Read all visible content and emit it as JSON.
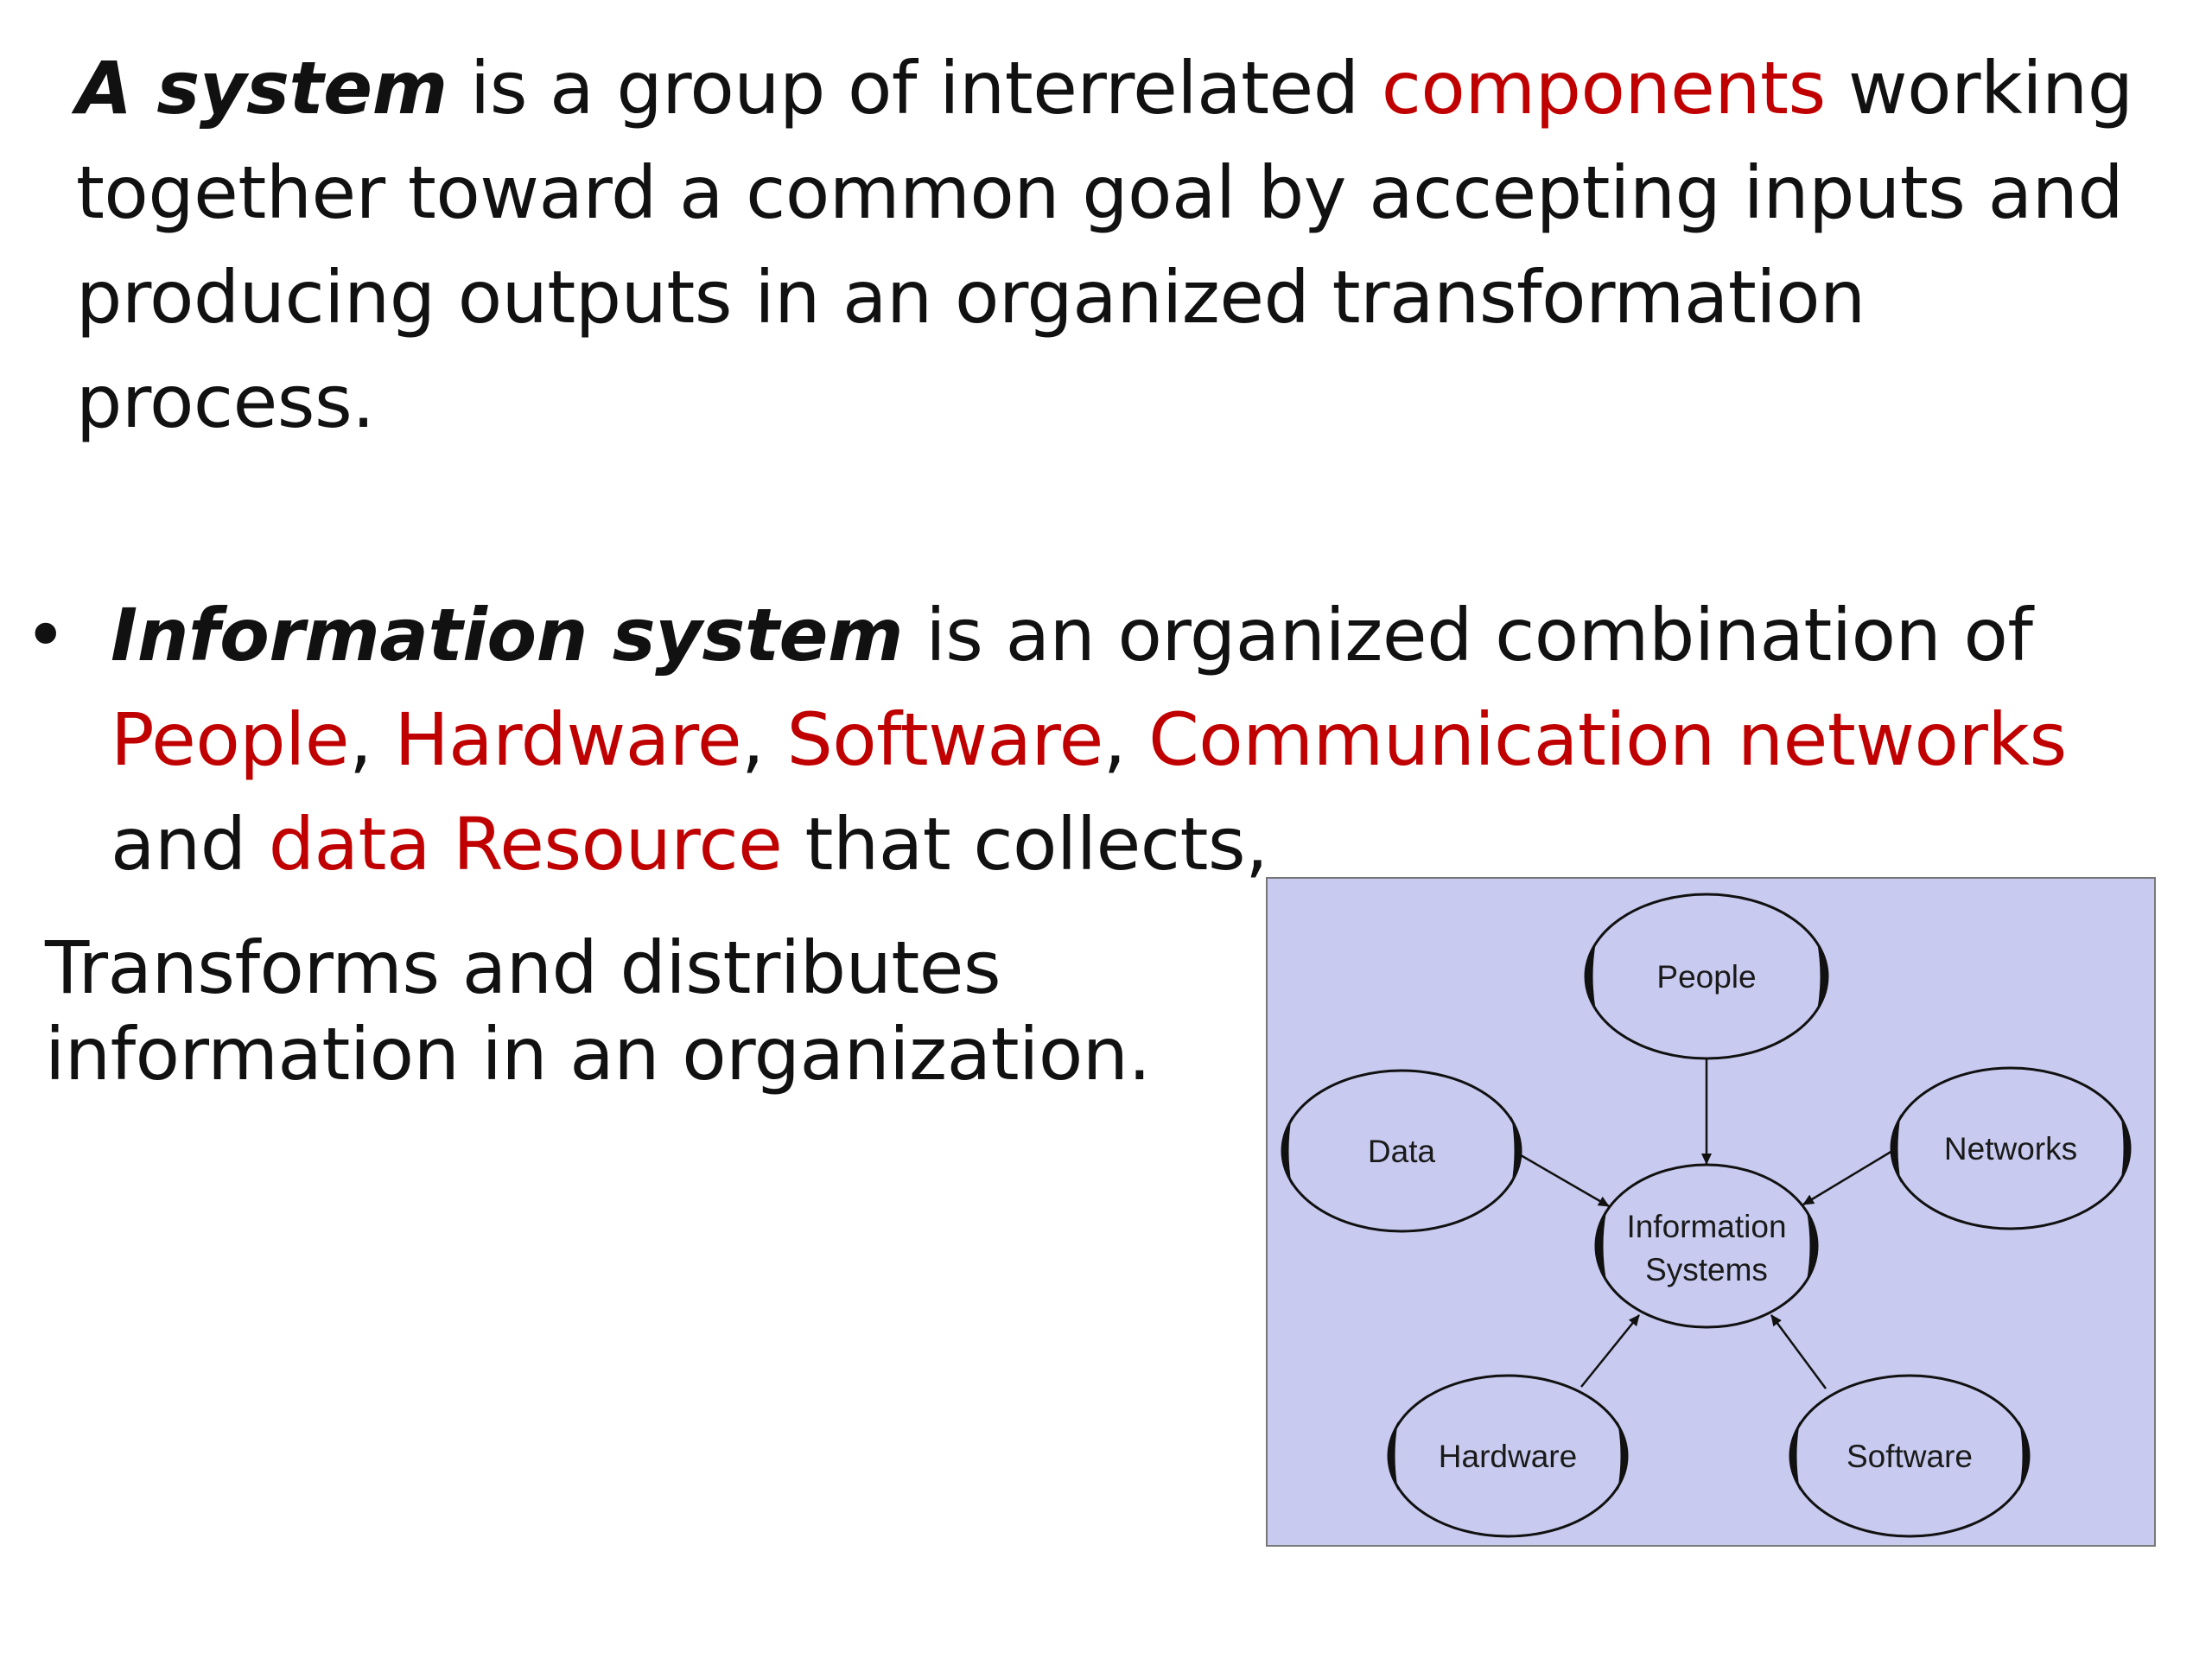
{
  "definition": {
    "term": "A system",
    "part1": " is a group of interrelated ",
    "highlight": "components",
    "part2": " working together toward a common goal by accepting inputs and producing outputs in an organized transformation process."
  },
  "bullet": {
    "marker": "•",
    "term": "Information system",
    "part1": " is an organized combination of ",
    "people": "People",
    "sep1": ", ",
    "hardware": "Hardware",
    "sep2": ", ",
    "software": "Software",
    "sep3": ", ",
    "networks": "Communication networks",
    "and_text": " and ",
    "data_resource": "data Resource",
    "tail": " that collects,"
  },
  "continuation": {
    "line1": "Transforms and distributes",
    "line2": "information in an organization."
  },
  "diagram": {
    "background_color": "#c8cbef",
    "nodes": {
      "center_line1": "Information",
      "center_line2": "Systems",
      "people": "People",
      "data": "Data",
      "networks": "Networks",
      "hardware": "Hardware",
      "software": "Software"
    }
  },
  "colors": {
    "highlight_red": "#c00000",
    "text": "#111111"
  }
}
